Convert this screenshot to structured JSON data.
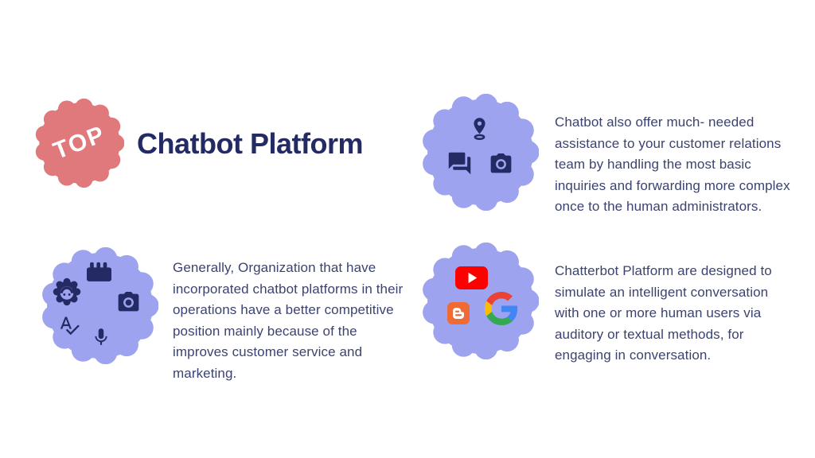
{
  "badge": {
    "label": "TOP"
  },
  "title": "Chatbot Platform",
  "items": [
    {
      "id": "customer-relations",
      "icons": [
        "pin-drop-icon",
        "chat-bubbles-icon",
        "camera-icon"
      ],
      "text": "Chatbot also offer much- needed assistance to your customer relations team by handling the most basic inquiries and forwarding more  complex once to the human administrators."
    },
    {
      "id": "competitive-position",
      "icons": [
        "clapperboard-icon",
        "face-retouch-icon",
        "camera-icon",
        "spellcheck-icon",
        "microphone-icon"
      ],
      "text": "Generally, Organization that have incorporated chatbot platforms in their operations have a better competitive position mainly because of the improves customer service and marketing."
    },
    {
      "id": "platform-design",
      "icons": [
        "youtube-icon",
        "blogger-icon",
        "google-icon"
      ],
      "text": "Chatterbot Platform are designed to simulate an intelligent conversation with one or more human users via auditory or textual methods, for engaging in conversation."
    }
  ],
  "colors": {
    "accent_coral": "#e0797b",
    "accent_periwinkle": "#9ea3ef",
    "icon_navy": "#242a64",
    "title_navy": "#242a64",
    "text_navy": "#3c4370",
    "youtube_red": "#fd0000",
    "blogger_orange": "#f06a35",
    "google_blue": "#4285f4",
    "google_red": "#ea4335",
    "google_yellow": "#fbbc05",
    "google_green": "#34a853",
    "background": "#ffffff"
  }
}
